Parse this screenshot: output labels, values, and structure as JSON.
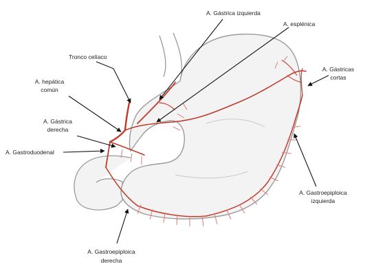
{
  "labels": {
    "gastrica_izquierda": "A. Gástrica izquierda",
    "esplenica": "A. esplénica",
    "tronco_celiaco": "Tronco celíaco",
    "hepatica_comun_1": "A. hepática",
    "hepatica_comun_2": "común",
    "gastrica_derecha_1": "A. Gástrica",
    "gastrica_derecha_2": "derecha",
    "gastroduodenal": "A. Gastroduodenal",
    "gastricas_cortas_1": "A. Gástricas",
    "gastricas_cortas_2": "cortas",
    "gastroepiploica_izq_1": "A. Gastroepiploica",
    "gastroepiploica_izq_2": "izquierda",
    "gastroepiploica_der_1": "A. Gastroepiploica",
    "gastroepiploica_der_2": "derecha"
  },
  "colors": {
    "artery": "#c0392b",
    "artery_light": "#e07b78",
    "organ_outline": "#9a9a9a",
    "organ_fill": "#f3f3f3",
    "pointer": "#111111",
    "text": "#222222"
  }
}
